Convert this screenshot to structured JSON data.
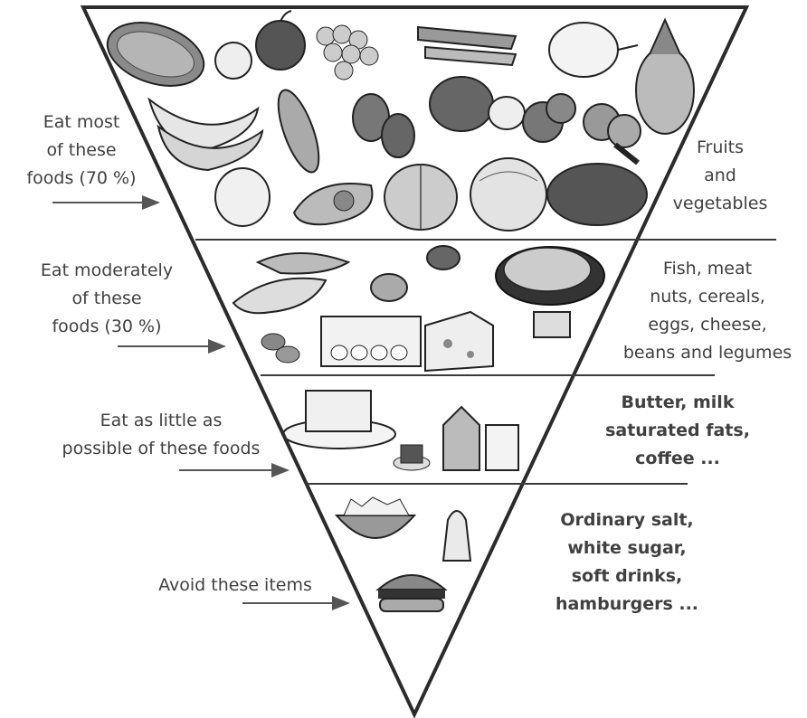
{
  "colors": {
    "outline": "#2b2b2b",
    "divider": "#3a3a3a",
    "text": "#404040",
    "food_dark": "#6e6e6e",
    "food_mid": "#a9a9a9",
    "food_light": "#e2e2e2"
  },
  "tiers": [
    {
      "instruction": "Eat most\nof these\nfoods (70 %)",
      "foods": "Fruits\nand\nvegetables",
      "illustrations": [
        "melon-icon",
        "apple-icon",
        "grapes-icon",
        "carrot-icon",
        "onion-icon",
        "pineapple-icon",
        "banana-icon",
        "corn-icon",
        "berries-icon",
        "pepper-icon",
        "tomato-icon",
        "broccoli-icon",
        "avocado-icon",
        "peach-icon",
        "cabbage-icon",
        "papaya-icon"
      ]
    },
    {
      "instruction": "Eat moderately\nof these\nfoods (30 %)",
      "foods": "Fish, meat\nnuts, cereals,\neggs, cheese,\nbeans and legumes",
      "illustrations": [
        "fish-icon",
        "nut-icon",
        "meat-icon",
        "egg-carton-icon",
        "cheese-icon",
        "beans-icon"
      ]
    },
    {
      "instruction": "Eat as little as\npossible of these foods",
      "foods": "Butter, milk\nsaturated fats,\ncoffee ...",
      "illustrations": [
        "butter-icon",
        "coffee-icon",
        "milk-carton-icon",
        "glass-icon"
      ]
    },
    {
      "instruction": "Avoid these items",
      "foods": "Ordinary salt,\nwhite sugar,\nsoft drinks,\nhamburgers ...",
      "illustrations": [
        "sugar-bowl-icon",
        "salt-shaker-icon",
        "hamburger-icon"
      ]
    }
  ]
}
